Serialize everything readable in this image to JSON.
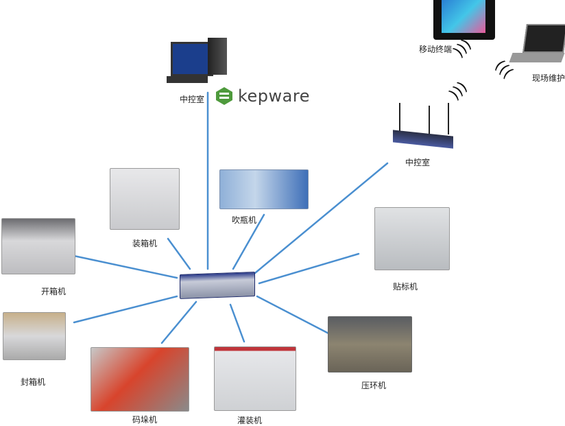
{
  "colors": {
    "link": "#4a8fd0",
    "kepware_green": "#4e9a3c"
  },
  "nodes": {
    "control_room_pc": {
      "label": "中控室"
    },
    "kepware": {
      "label": "kepware"
    },
    "mobile_terminal": {
      "label": "移动终端"
    },
    "field_maintenance": {
      "label": "现场维护"
    },
    "control_room_router": {
      "label": "中控室"
    },
    "case_packer": {
      "label": "装箱机"
    },
    "blow_molder": {
      "label": "吹瓶机"
    },
    "case_erector": {
      "label": "开箱机"
    },
    "labeler": {
      "label": "贴标机"
    },
    "case_sealer": {
      "label": "封箱机"
    },
    "palletizer": {
      "label": "码垛机"
    },
    "filler": {
      "label": "灌装机"
    },
    "ring_press": {
      "label": "压环机"
    }
  }
}
